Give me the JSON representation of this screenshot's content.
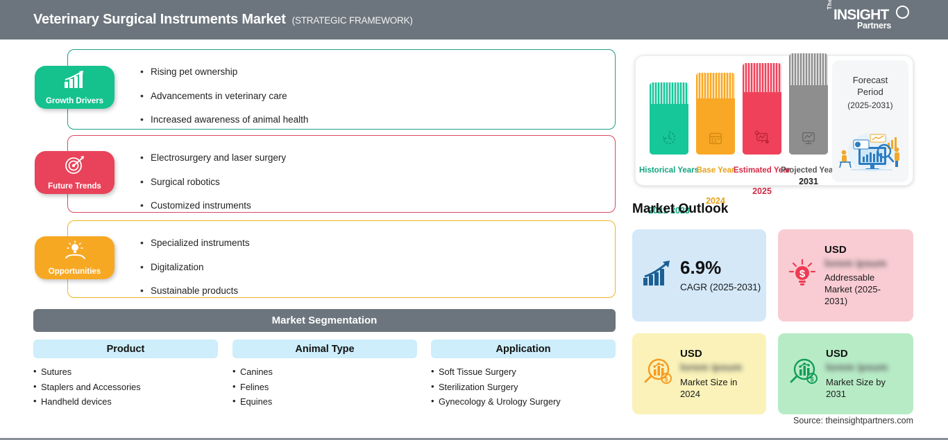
{
  "header": {
    "title": "Veterinary Surgical Instruments Market",
    "subtitle": "(STRATEGIC FRAMEWORK)",
    "bar_color": "#6c757d",
    "logo": {
      "the": "The",
      "insight": "INSIGHT",
      "partners": "Partners"
    }
  },
  "strategy": [
    {
      "badge": "Growth Drivers",
      "icon": "bar-chart-growth-icon",
      "color": "#15c28e",
      "border": "#1f9e86",
      "items": [
        "Rising pet ownership",
        "Advancements in veterinary care",
        "Increased awareness of animal health"
      ]
    },
    {
      "badge": "Future Trends",
      "icon": "target-dart-icon",
      "color": "#e8435a",
      "border": "#d64a5d",
      "items": [
        "Electrosurgery and laser surgery",
        "Surgical robotics",
        "Customized instruments"
      ]
    },
    {
      "badge": "Opportunities",
      "icon": "lightbulb-hand-icon",
      "color": "#f7a823",
      "border": "#f0b323",
      "items": [
        "Specialized instruments",
        "Digitalization",
        "Sustainable products"
      ]
    }
  ],
  "segmentation": {
    "title": "Market Segmentation",
    "columns": [
      {
        "title": "Product",
        "items": [
          "Sutures",
          "Staplers and Accessories",
          "Handheld devices"
        ]
      },
      {
        "title": "Animal Type",
        "items": [
          "Canines",
          "Felines",
          "Equines"
        ]
      },
      {
        "title": "Application",
        "items": [
          "Soft Tissue Surgery",
          "Sterilization Surgery",
          "Gynecology & Urology Surgery"
        ]
      }
    ]
  },
  "chart_data": {
    "type": "bar",
    "title": "Forecast Period",
    "categories": [
      "Historical Years",
      "Base Year",
      "Estimated Year",
      "Projected Year"
    ],
    "year_labels": [
      "2021-2023",
      "2024",
      "2025",
      "2031"
    ],
    "values": [
      100,
      118,
      136,
      154
    ],
    "colors": [
      "#16c79a",
      "#f9a826",
      "#ef425a",
      "#8e8e8e"
    ],
    "icons": [
      "clock-history-icon",
      "calendar-icon",
      "forecast-chart-icon",
      "presentation-chart-icon"
    ],
    "xlabel": "",
    "ylabel": "",
    "legend": "none",
    "grid": false
  },
  "forecast_panel": {
    "title_line1": "Forecast",
    "title_line2": "Period",
    "range": "(2025-2031)",
    "illustration": "data-analysis-illustration"
  },
  "outlook": {
    "title": "Market Outlook",
    "cards": [
      {
        "icon": "bar-chart-arrow-icon",
        "value": "6.9%",
        "label": "CAGR (2025-2031)",
        "bg": "#d4e8f8"
      },
      {
        "icon": "lightbulb-dollar-icon",
        "currency": "USD",
        "amount": "lorem ipsum",
        "label": "Addressable Market (2025-2031)",
        "bg": "#f9ccd3"
      },
      {
        "icon": "magnifier-chart-dollar-icon",
        "currency": "USD",
        "amount": "lorem ipsum",
        "label": "Market Size in 2024",
        "bg": "#faf2b9"
      },
      {
        "icon": "magnifier-chart-dollar-icon",
        "currency": "USD",
        "amount": "lorem ipsum",
        "label": "Market Size by 2031",
        "bg": "#b7ebc6"
      }
    ]
  },
  "source": "Source: theinsightpartners.com"
}
